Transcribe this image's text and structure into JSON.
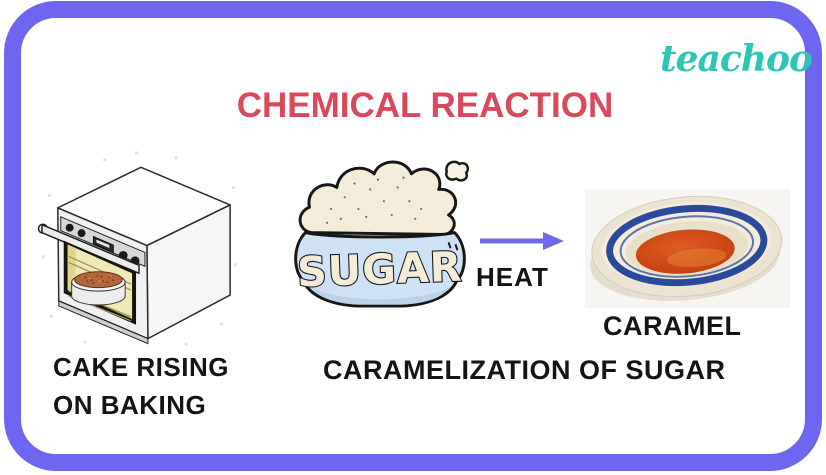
{
  "brand": {
    "name": "teachoo",
    "color": "#2ec4b6"
  },
  "title": {
    "text": "CHEMICAL REACTION",
    "color": "#d84a5b"
  },
  "figures": {
    "oven": {
      "caption_line1": "CAKE RISING",
      "caption_line2": "ON BAKING"
    },
    "sugar": {
      "bowl_text": "SUGAR"
    },
    "reaction": {
      "arrow_label": "HEAT"
    },
    "caramel": {
      "label": "CARAMEL"
    }
  },
  "bottom_caption": "CARAMELIZATION OF SUGAR",
  "colors": {
    "border": "#6e65f0",
    "arrow": "#7468ea",
    "sugar_bowl": "#cfe1f4",
    "sugar_cream": "#f2ecd8",
    "caramel": "#c84a16",
    "caramel_bowl_ring": "#2b4a9b"
  }
}
